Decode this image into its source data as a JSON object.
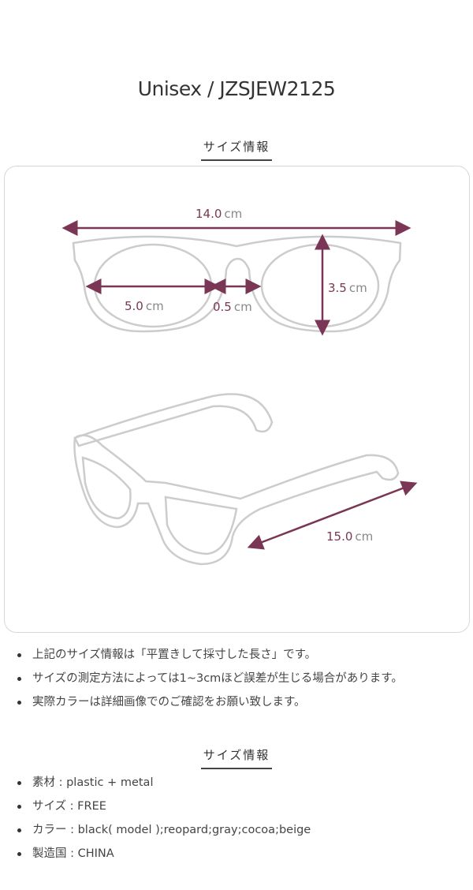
{
  "title": "Unisex / JZSJEW2125",
  "section1_heading": "サイズ情報",
  "measurements": {
    "total_width": {
      "value": "14.0",
      "unit": "cm"
    },
    "lens_width": {
      "value": "5.0",
      "unit": "cm"
    },
    "bridge": {
      "value": "0.5",
      "unit": "cm"
    },
    "lens_height": {
      "value": "3.5",
      "unit": "cm"
    },
    "temple_length": {
      "value": "15.0",
      "unit": "cm"
    }
  },
  "notes": [
    "上記のサイズ情報は「平置きして採寸した長さ」です。",
    "サイズの測定方法によっては1~3cmほど誤差が生じる場合があります。",
    "実際カラーは詳細画像でのご確認をお願い致します。"
  ],
  "section2_heading": "サイズ情報",
  "specs": [
    "素材 : plastic + metal",
    "サイズ : FREE",
    "カラー : black( model );reopard;gray;cocoa;beige",
    "製造国 : CHINA"
  ],
  "colors": {
    "accent": "#7a3654",
    "frame": "#cccccc"
  }
}
